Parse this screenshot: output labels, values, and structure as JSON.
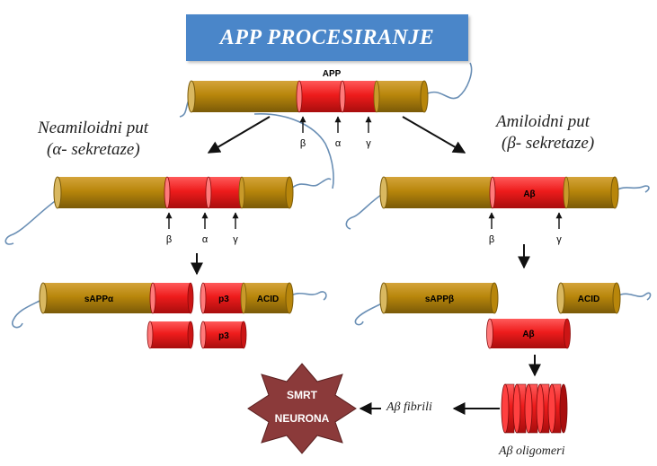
{
  "title": "APP PROCESIRANJE",
  "app_label": "APP",
  "left_path": {
    "line1": "Neamiloidni put",
    "line2": "(α- sekretaze)"
  },
  "right_path": {
    "line1": "Amiloidni put",
    "line2": "(β- sekretaze)"
  },
  "cleavage_sites": {
    "beta": "β",
    "alpha": "α",
    "gamma": "γ"
  },
  "segments": {
    "abeta": "Aβ",
    "sappa": "sAPPα",
    "sappb": "sAPPβ",
    "p3": "p3",
    "acid": "ACID"
  },
  "death_label": {
    "line1": "SMRT",
    "line2": "NEURONA"
  },
  "fibrils_label": "Aβ fibrili",
  "oligomers_label": "Aβ oligomeri",
  "colors": {
    "title_bg": "#4a86c9",
    "membrane": "#b8860b",
    "peptide": "#ee1c1c",
    "death": "#8b3a3a",
    "tail": "#6a8fb5"
  }
}
